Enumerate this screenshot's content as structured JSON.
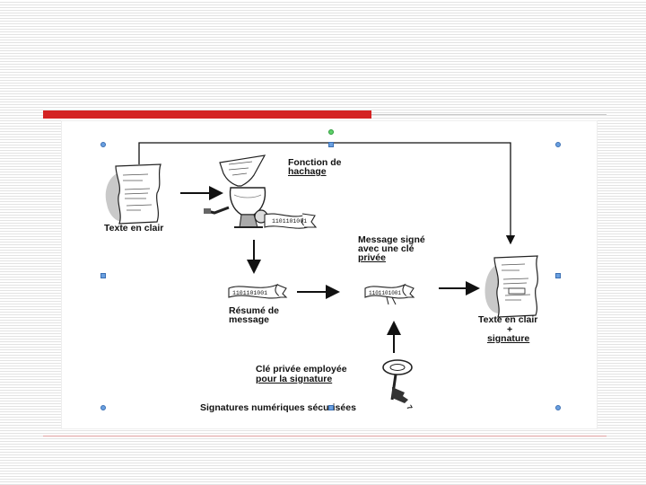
{
  "diagram": {
    "labels": {
      "hash_function_line1": "Fonction de",
      "hash_function_line2": "hachage",
      "plaintext": "Texte en clair",
      "signed_msg_line1": "Message signé",
      "signed_msg_line2": "avec une clé",
      "signed_msg_line3": "privée",
      "digest_line1": "Résumé de",
      "digest_line2": "message",
      "result_line1": "Texte en clair",
      "result_line2": "+",
      "result_line3": "signature",
      "key_line1": "Clé privée employée",
      "key_line2": "pour la signature",
      "caption": "Signatures numériques sécurisées"
    },
    "digest_code": "1101101001",
    "accent_color": "#d42222",
    "handle_color": "#6aa0e0",
    "rotation_handle_color": "#5fd16b",
    "icons": [
      "document-icon",
      "meat-grinder-icon",
      "digest-ribbon-icon",
      "signed-ribbon-icon",
      "signed-document-icon",
      "key-icon"
    ]
  }
}
